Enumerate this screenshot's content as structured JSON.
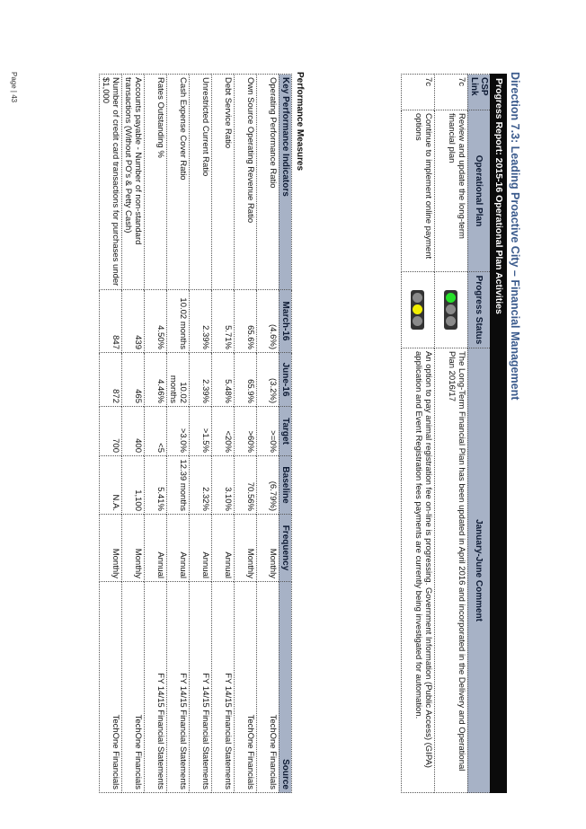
{
  "heading": "Direction 7.3: Leading Proactive City – Financial Management",
  "progress_report": {
    "title": "Progress Report: 2015-16 Operational Plan Activities",
    "headers": {
      "csp_link": "CSP Link",
      "operational_plan": "Operational Plan",
      "progress_status": "Progress Status",
      "comment": "January-June Comment"
    },
    "rows": [
      {
        "csp_link": "7c",
        "operational_plan": "Review and update the long-term financial plan",
        "status": "green",
        "comment": "The Long-Term Financial Plan has been updated in April 2016 and incorporated in the Delivery and Operational Plan 2016/17"
      },
      {
        "csp_link": "7c",
        "operational_plan": "Continue to implement online payment options",
        "status": "amber",
        "comment": "An option to pay animal registration fee on-line is progressing. Government Information (Public Access) (GIPA) application and Event Registration fees payments are currently being investigated for automation."
      }
    ]
  },
  "performance": {
    "heading": "Performance Measures",
    "headers": {
      "kpi": "Key Performance Indicators",
      "march": "March-16",
      "june": "June-16",
      "target": "Target",
      "baseline": "Baseline",
      "frequency": "Frequency",
      "source": "Source"
    },
    "rows": [
      {
        "kpi": "Operating Performance Ratio",
        "march": "(4.6%)",
        "june": "(3.2%)",
        "target": ">=0%",
        "baseline": "(6.79%)",
        "frequency": "Monthly",
        "source": "TechOne Financials"
      },
      {
        "kpi": "Own Source Operating Revenue Ratio",
        "march": "65.6%",
        "june": "65.9%",
        "target": ">60%",
        "baseline": "70.56%",
        "frequency": "Monthly",
        "source": "TechOne Financials"
      },
      {
        "kpi": "Debt Service Ratio",
        "march": "5.71%",
        "june": "5.48%",
        "target": "<20%",
        "baseline": "3.10%",
        "frequency": "Annual",
        "source": "FY 14/15 Financial Statements"
      },
      {
        "kpi": "Unrestricted Current Ratio",
        "march": "2.39%",
        "june": "2.39%",
        "target": ">1.5%",
        "baseline": "2.32%",
        "frequency": "Annual",
        "source": "FY 14/15 Financial Statements"
      },
      {
        "kpi": "Cash Expense Cover Ratio",
        "march": "10.02 months",
        "june": "10.02 months",
        "target": ">3.0%",
        "baseline": "12.39 months",
        "frequency": "Annual",
        "source": "FY 14/15 Financial Statements"
      },
      {
        "kpi": "Rates Outstanding %",
        "march": "4.50%",
        "june": "4.46%",
        "target": "<5",
        "baseline": "5.41%",
        "frequency": "Annual",
        "source": "FY 14/15 Financial Statements"
      },
      {
        "kpi": "Accounts payable - Number of non-standard transactions (Without PO's & Petty Cash)",
        "march": "439",
        "june": "465",
        "target": "400",
        "baseline": "1,100",
        "frequency": "Monthly",
        "source": "TechOne Financials"
      },
      {
        "kpi": "Number of credit card transactions for purchases under $1,000",
        "march": "847",
        "june": "872",
        "target": "700",
        "baseline": "N.A.",
        "frequency": "Monthly",
        "source": "TechOne Financials"
      }
    ]
  },
  "footer": "Page | 43",
  "colors": {
    "heading": "#3a5a8c",
    "header_bg": "#a7b2c6",
    "title_bg": "#0b0b0b",
    "status_green": "#27e02a",
    "status_amber": "#f2ef00",
    "status_off": "#8a8a8a"
  }
}
